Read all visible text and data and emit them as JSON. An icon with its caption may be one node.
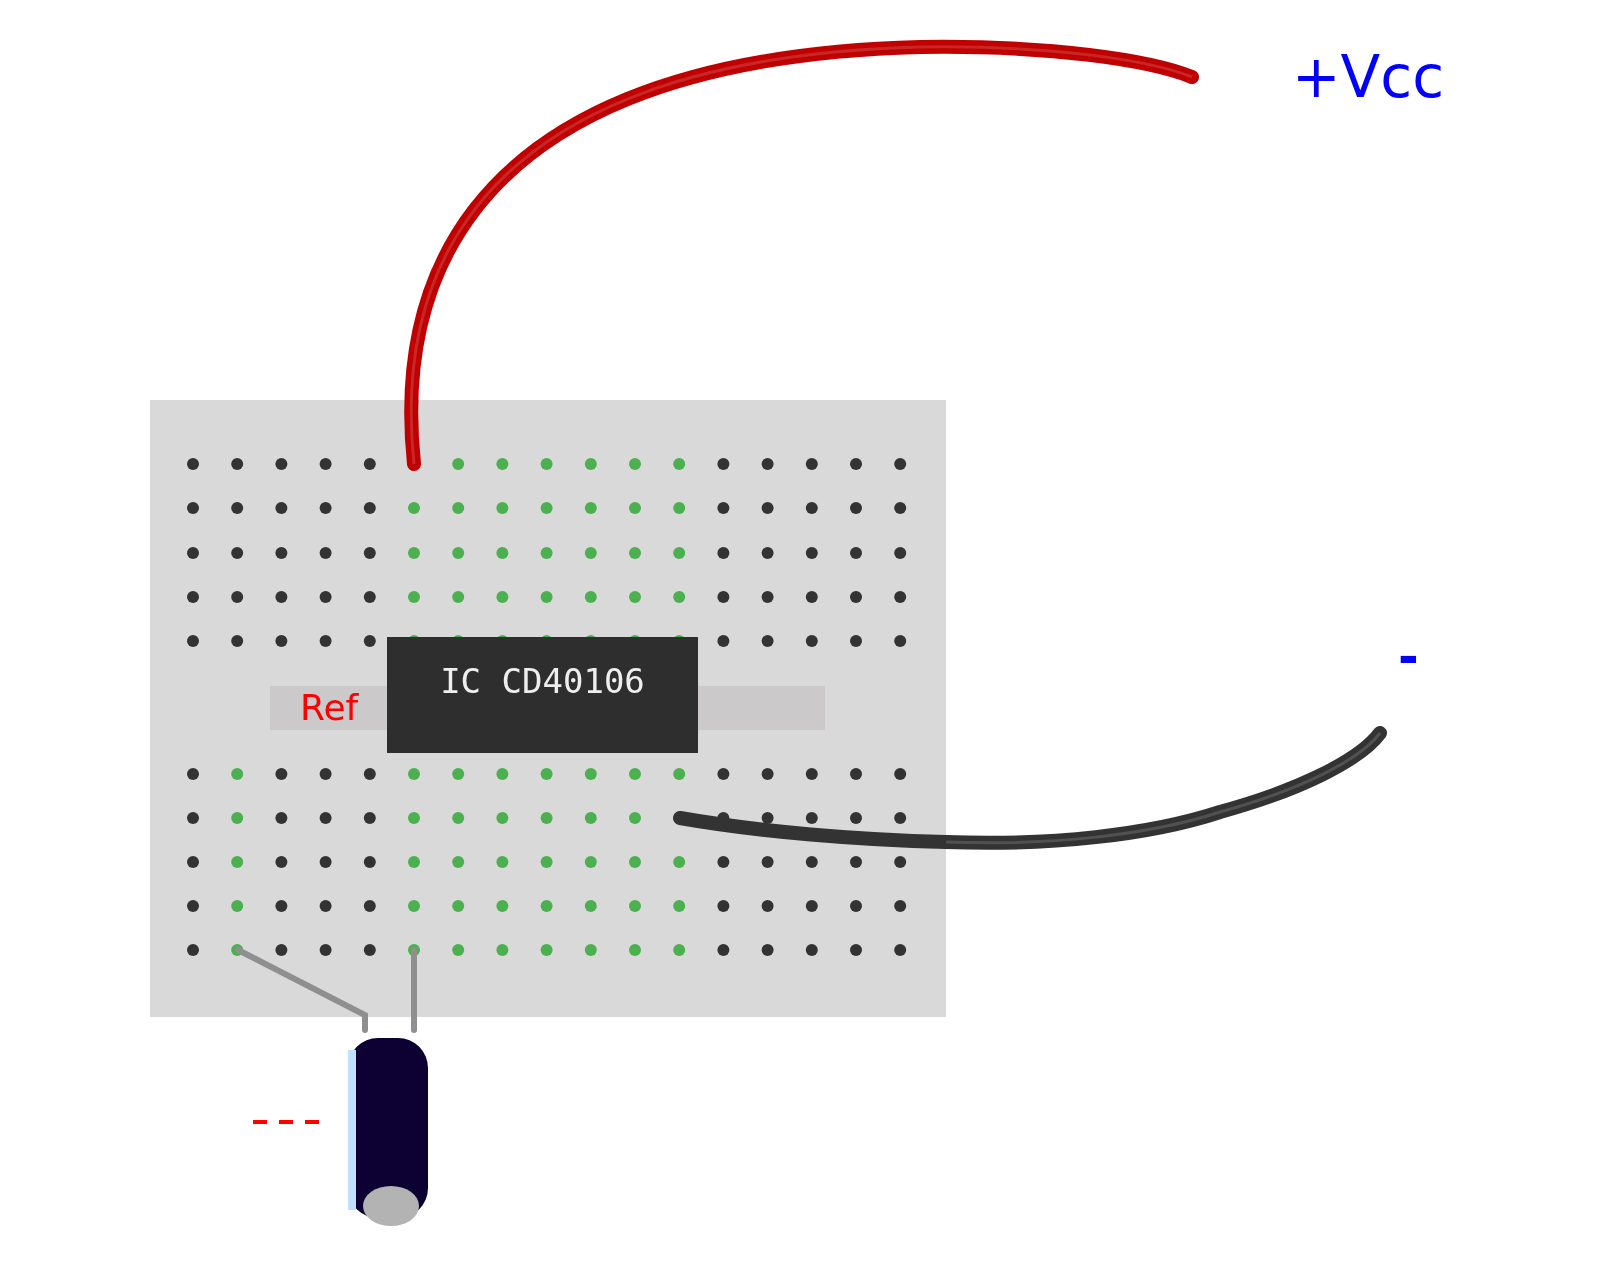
{
  "diagram": {
    "nodes": [
      {
        "text": [],
        "shape": "picture"
      },
      {
        "text": [
          "IC CD40106"
        ],
        "in": 0
      },
      {
        "text": [],
        "shape": "cylinder"
      }
    ],
    "edges": [
      {
        "from": 0,
        "to": null,
        "arrow": "none",
        "style": "thick",
        "color": "#c00000"
      },
      {
        "from": 0,
        "to": null,
        "arrow": "none",
        "style": "thick",
        "color": "#333333"
      },
      {
        "from": 2,
        "to": 0,
        "arrow": "none"
      },
      {
        "from": 2,
        "to": 0,
        "arrow": "none"
      }
    ],
    "labels": [
      "+Vcc",
      "Ref",
      "-"
    ]
  }
}
